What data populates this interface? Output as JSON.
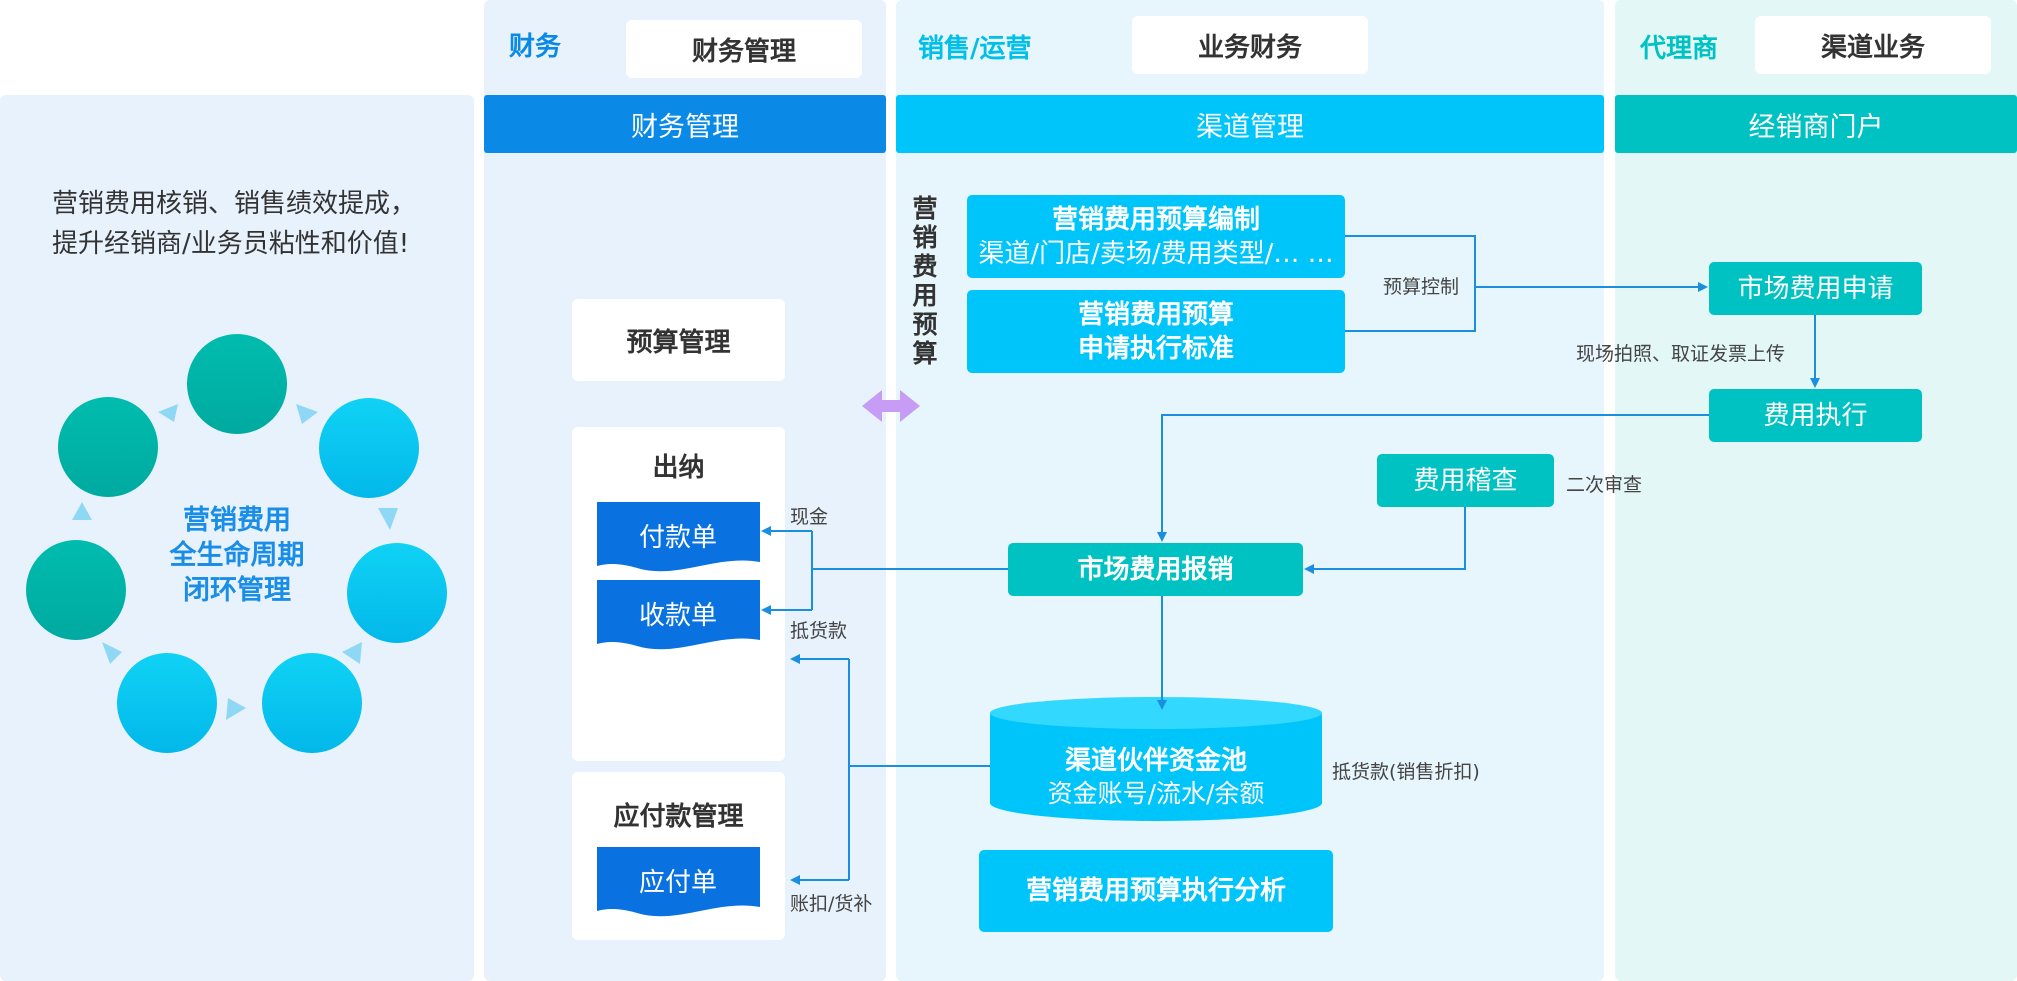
{
  "left_panel": {
    "intro_line1": "营销费用核销、销售绩效提成，",
    "intro_line2": "提升经销商/业务员粘性和价值!",
    "cycle_line1": "营销费用",
    "cycle_line2": "全生命周期",
    "cycle_line3": "闭环管理"
  },
  "finance": {
    "role": "财务",
    "role_box": "财务管理",
    "bar": "财务管理",
    "budget_mgmt": "预算管理",
    "cashier_title": "出纳",
    "payment_doc": "付款单",
    "receipt_doc": "收款单",
    "payable_title": "应付款管理",
    "payable_doc": "应付单"
  },
  "sales": {
    "role": "销售/运营",
    "role_box": "业务财务",
    "bar": "渠道管理",
    "vertical_label": "营销费用预算",
    "budget_prep_line1": "营销费用预算编制",
    "budget_prep_line2": "渠道/门店/卖场/费用类型/… …",
    "budget_std_line1": "营销费用预算",
    "budget_std_line2": "申请执行标准",
    "audit": "费用稽查",
    "reimburse": "市场费用报销",
    "pool_line1": "渠道伙伴资金池",
    "pool_line2": "资金账号/流水/余额",
    "analysis": "营销费用预算执行分析"
  },
  "agent": {
    "role": "代理商",
    "role_box": "渠道业务",
    "bar": "经销商门户",
    "apply": "市场费用申请",
    "execute": "费用执行"
  },
  "labels": {
    "budget_control": "预算控制",
    "photo_upload": "现场拍照、取证发票上传",
    "second_review": "二次审查",
    "cash": "现金",
    "goods_offset": "抵货款",
    "goods_offset_discount": "抵货款(销售折扣)",
    "deduct": "账扣/货补"
  },
  "colors": {
    "finance_blue": "#0a8ae6",
    "sales_cyan": "#00c5fb",
    "agent_teal": "#00c2c2",
    "doc_blue": "#0a72e0",
    "arrow_blue": "#1a8fe0",
    "purple_arrow": "#c79cf5"
  }
}
